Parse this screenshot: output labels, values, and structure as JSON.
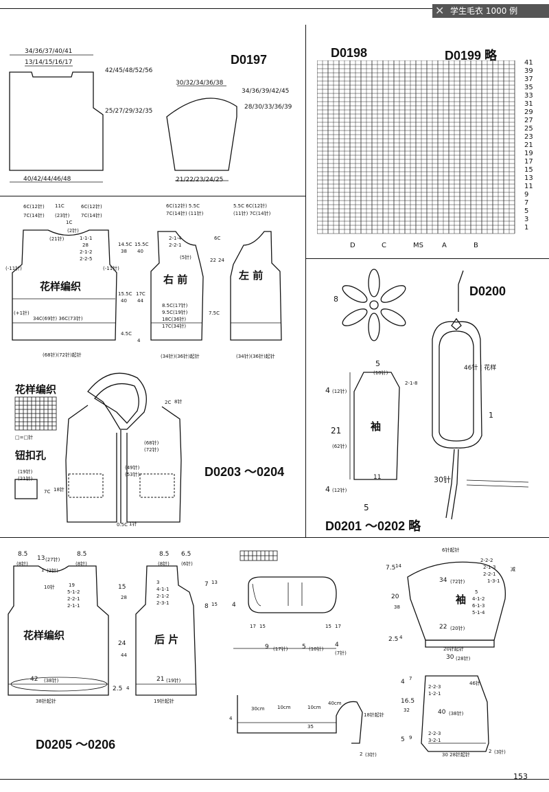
{
  "header": {
    "title": "学生毛衣 1000 例"
  },
  "page_number": "153",
  "d0197": {
    "code": "D0197",
    "top_width": "34/36/37/40/41",
    "neck": "13/14/15/16/17",
    "armhole": "42/45/48/52/56",
    "side": "25/27/29/32/35",
    "bottom": "40/42/44/46/48",
    "sleeve_top": "30/32/34/36/38",
    "sleeve_cap": "34/36/39/42/45",
    "sleeve_len": "28/30/33/36/39",
    "sleeve_bottom": "21/22/23/24/25"
  },
  "d0198": {
    "code": "D0198",
    "code2": "D0199 略",
    "rows": [
      "41",
      "39",
      "37",
      "35",
      "33",
      "31",
      "29",
      "27",
      "25",
      "23",
      "21",
      "19",
      "17",
      "15",
      "13",
      "11",
      "9",
      "7",
      "5",
      "3",
      "1"
    ],
    "markers": [
      "D",
      "C",
      "MS",
      "A",
      "B"
    ]
  },
  "d0200": {
    "code": "D0200",
    "flower_h": "8",
    "stem": "46针 | 花样",
    "one": "1",
    "len": "30针"
  },
  "d0201": {
    "code": "D0201 ～0202 略",
    "top": "5",
    "top_st": "(10针)",
    "dec": "2-1-8",
    "h1": "4",
    "h1_st": "(12针)",
    "h2": "21",
    "h2_st": "(62针)",
    "h3": "4",
    "h3_st": "(12针)",
    "label": "袖",
    "bottom_mid": "11",
    "bottom": "5"
  },
  "d0203": {
    "code": "D0203 ～0204",
    "body_label": "花样编织",
    "right_label": "右 前",
    "left_label": "左 前",
    "b_top_l": "6C(12针)",
    "b_top_l2": "7C(14针)",
    "b_top_m": "11C",
    "b_top_m2": "(23针)",
    "b_top_r": "6C(12针)",
    "b_top_r2": "7C(14针)",
    "neck_dec": "1C",
    "neck_dec2": "(2针)",
    "neck_st": "(21针)",
    "dec_rows": [
      "1-1-1",
      "28",
      "2-1-2",
      "2-2-5"
    ],
    "side_a": "14.5C",
    "side_a2": "38",
    "side_b": "15.5C",
    "side_b2": "40",
    "side_c": "15.5C",
    "side_c2": "40",
    "side_d": "17C",
    "side_d2": "44",
    "side_e": "4.5C",
    "side_e2": "4",
    "arm_l": "(-11针)",
    "arm_r": "(-11针)",
    "side_b_l": "(+1针)",
    "waist": "34C(69针) 36C(73针)",
    "bottom_st": "(68针)(72针)起针",
    "rf_top": "6C(12针) 5.5C",
    "rf_top2": "7C(14针) (11针)",
    "rf_dec": [
      "2-1-4",
      "2-2-1"
    ],
    "rf_st": "(5针)",
    "rf_w1": "8.5C(17针)",
    "rf_w2": "9.5C(19针)",
    "rf_w3": "18C(36针)",
    "rf_w4": "17C(34针)",
    "rf_b": "(34针)(36针)起针",
    "lf_top": "5.5C 6C(12针)",
    "lf_top2": "(11针) 7C(14针)",
    "lf_bottom": "(34针)(36针)起针",
    "mid_a": "6C",
    "mid_b": "22",
    "mid_c": "24",
    "mid_d": "7.5C",
    "pat_title": "花样编织",
    "legend": "□=□针",
    "button_title": "钮扣孔",
    "btn_st": "(19针)",
    "btn_st2": "(21针)",
    "btn_h": "7C",
    "btn_h2": "18针",
    "hood_st": "2C",
    "hood_st2": "8针",
    "hood_b": "(68针)",
    "hood_b2": "(72针)",
    "hood_c": "(49针)",
    "hood_c2": "(53针)",
    "hood_bottom": "0.5C",
    "hood_bottom2": "1针"
  },
  "d0205": {
    "code": "D0205 ～0206",
    "body_label": "花样编织",
    "back_label": "后 片",
    "sleeve_label": "袖",
    "top_l": "8.5",
    "top_m": "13",
    "top_m2": "(27针)",
    "top_r": "8.5",
    "st_l": "(8针)",
    "st_r": "(8针)",
    "neck": "1",
    "neck2": "(2针)",
    "neck_w": "10针",
    "dec": [
      "19",
      "5-1-2",
      "2-2-1",
      "2-1-1"
    ],
    "side1": "15",
    "side1b": "28",
    "side2": "24",
    "side2b": "44",
    "side3": "2.5",
    "side3b": "4",
    "bottom_w": "42",
    "bottom_st": "(38针)",
    "bottom_cast": "38针起针",
    "b_top_l": "8.5",
    "b_top_r": "6.5",
    "b_st_l": "(8针)",
    "b_st_r": "(6针)",
    "b_dec": [
      "3",
      "4-1-1",
      "2-1-2",
      "2-3-1"
    ],
    "b_h1": "7",
    "b_h1b": "13",
    "b_h2": "8",
    "b_h2b": "15",
    "b_bottom": "21",
    "b_bottom_st": "(19针)",
    "b_cast": "19针起针",
    "cord_w1": "9",
    "cord_w1b": "(17针)",
    "cord_w2": "5",
    "cord_w2b": "(10针)",
    "cord_w3": "4",
    "cord_w3b": "(7针)",
    "cord_h": "4",
    "cord_dims": [
      "17",
      "15",
      "15",
      "17"
    ],
    "tail_l": "10cm",
    "tail_m": "10cm",
    "tail_r": "40cm",
    "tail_len": "35",
    "tail_a": "30cm",
    "tail_b": "4",
    "tail_c": "18针起针",
    "tail_d": "2",
    "tail_e": "(3针)",
    "s_top": "6针起针",
    "s_dec": [
      "2-2-2",
      "2-1-3",
      "2-2-1",
      "1-3-1"
    ],
    "s_dec_label": "减",
    "s_h1": "7.5",
    "s_h1b": "14",
    "s_w1": "34",
    "s_w1b": "(72针)",
    "s_h2": "20",
    "s_h2b": "38",
    "s_rows": [
      "5",
      "4-1-2",
      "6-1-3",
      "5-1-4"
    ],
    "s_w2": "22",
    "s_w2b": "(20针)",
    "s_h3": "2.5",
    "s_h3b": "4",
    "s_cast": "20针起针",
    "p_top": "30",
    "p_top2": "(28针)",
    "p_h1": "4",
    "p_h1b": "7",
    "p_dec": [
      "2-2-3",
      "1-2-1"
    ],
    "p_h2": "16.5",
    "p_h2b": "32",
    "p_mid": "40",
    "p_mid2": "(38针)",
    "p_st": "46针",
    "p_dec2": [
      "2-2-3",
      "3-2-1"
    ],
    "p_h3": "5",
    "p_h3b": "9",
    "p_cast": "30 28针起针",
    "p_cast2": "2",
    "p_cast3": "(3针)"
  }
}
